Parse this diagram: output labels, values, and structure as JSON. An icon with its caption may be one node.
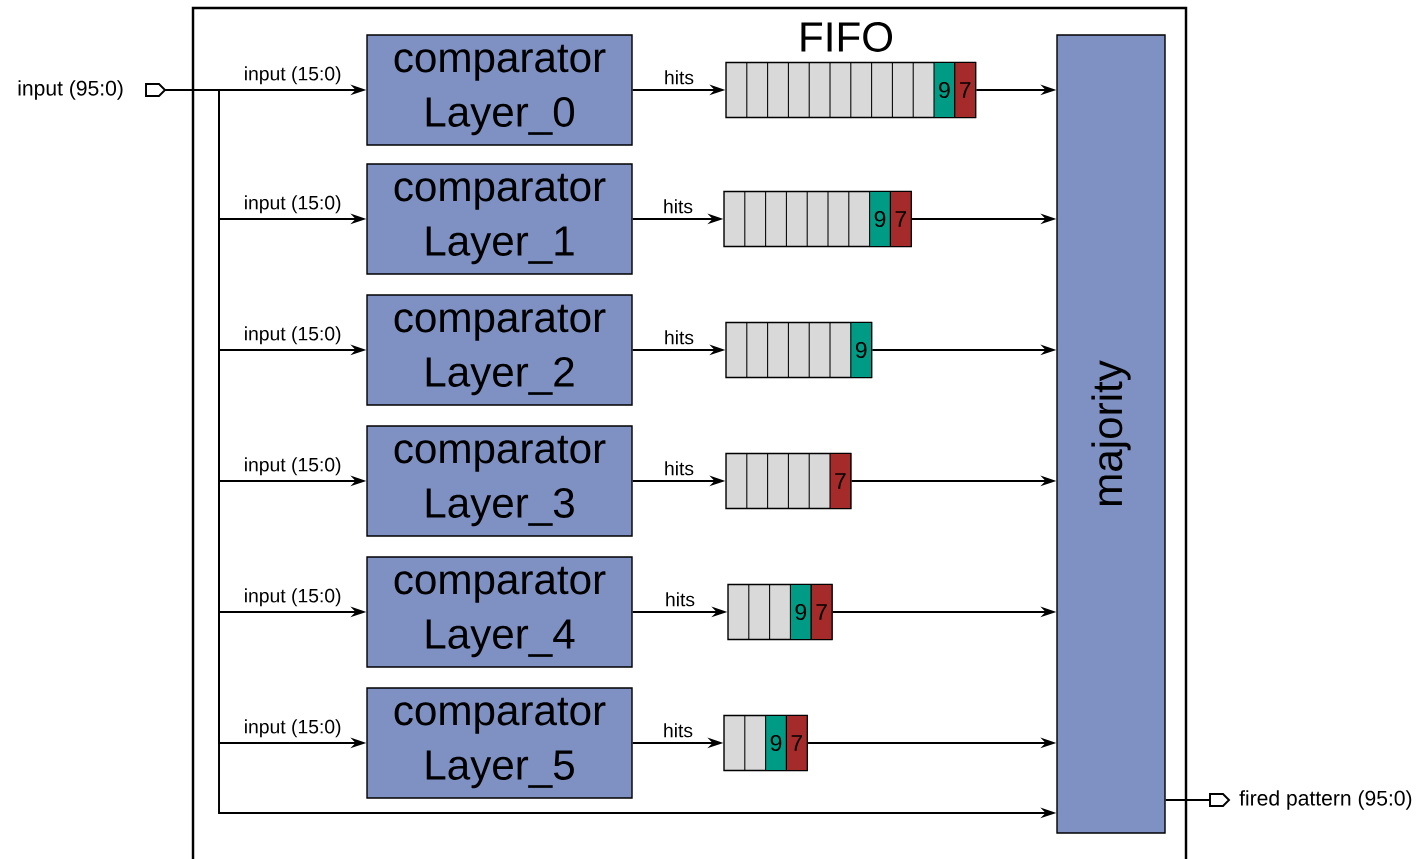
{
  "diagram": {
    "nodes": [
      {
        "text": [],
        "shape": "box"
      },
      {
        "text": [],
        "shape": "port",
        "beside": [
          "input (95:0)"
        ]
      },
      {
        "text": [
          "comparator Layer_0"
        ],
        "in": 0
      },
      {
        "text": [
          "comparator Layer_1"
        ],
        "in": 0
      },
      {
        "text": [
          "comparator Layer_2"
        ],
        "in": 0
      },
      {
        "text": [
          "comparator Layer_3"
        ],
        "in": 0
      },
      {
        "text": [
          "comparator Layer_4"
        ],
        "in": 0
      },
      {
        "text": [
          "comparator Layer_5"
        ],
        "in": 0
      },
      {
        "text": [
          "9",
          "7"
        ],
        "in": 0
      },
      {
        "text": [
          "9",
          "7"
        ],
        "in": 0
      },
      {
        "text": [
          "9"
        ],
        "in": 0
      },
      {
        "text": [
          "7"
        ],
        "in": 0
      },
      {
        "text": [
          "9",
          "7"
        ],
        "in": 0
      },
      {
        "text": [
          "9",
          "7"
        ],
        "in": 0
      },
      {
        "text": [
          "majority"
        ],
        "in": 0
      },
      {
        "text": [],
        "shape": "port",
        "beside": [
          "fired pattern (95:0)"
        ]
      }
    ],
    "edges": [
      {
        "from": 1,
        "to": 2,
        "arrow": "to",
        "label": "input (15:0)"
      },
      {
        "from": 1,
        "to": 3,
        "arrow": "to",
        "label": "input (15:0)"
      },
      {
        "from": 1,
        "to": 4,
        "arrow": "to",
        "label": "input (15:0)"
      },
      {
        "from": 1,
        "to": 5,
        "arrow": "to",
        "label": "input (15:0)"
      },
      {
        "from": 1,
        "to": 6,
        "arrow": "to",
        "label": "input (15:0)"
      },
      {
        "from": 1,
        "to": 7,
        "arrow": "to",
        "label": "input (15:0)"
      },
      {
        "from": 1,
        "to": 14,
        "arrow": "to"
      },
      {
        "from": 2,
        "to": 8,
        "arrow": "to",
        "label": "hits"
      },
      {
        "from": 3,
        "to": 9,
        "arrow": "to",
        "label": "hits"
      },
      {
        "from": 4,
        "to": 10,
        "arrow": "to",
        "label": "hits"
      },
      {
        "from": 5,
        "to": 11,
        "arrow": "to",
        "label": "hits"
      },
      {
        "from": 6,
        "to": 12,
        "arrow": "to",
        "label": "hits"
      },
      {
        "from": 7,
        "to": 13,
        "arrow": "to",
        "label": "hits"
      },
      {
        "from": 8,
        "to": 14,
        "arrow": "to"
      },
      {
        "from": 9,
        "to": 14,
        "arrow": "to"
      },
      {
        "from": 10,
        "to": 14,
        "arrow": "to"
      },
      {
        "from": 11,
        "to": 14,
        "arrow": "to"
      },
      {
        "from": 12,
        "to": 14,
        "arrow": "to"
      },
      {
        "from": 13,
        "to": 14,
        "arrow": "to"
      },
      {
        "from": 14,
        "to": 15,
        "arrow": "none"
      }
    ],
    "labels": [
      "FIFO"
    ]
  }
}
